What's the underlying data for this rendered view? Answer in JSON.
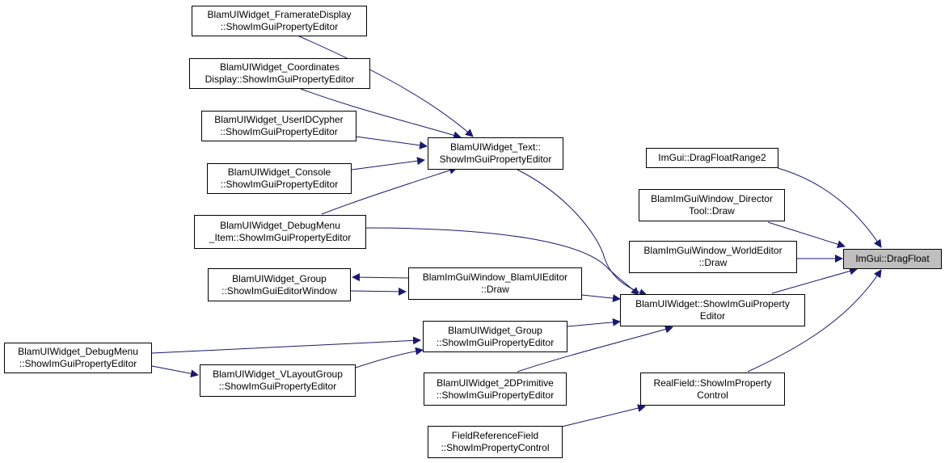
{
  "colors": {
    "edge": "#191970",
    "node_border": "#000000",
    "focus_fill": "#bfbfbf",
    "background": "#ffffff"
  },
  "nodes": {
    "framerate": [
      "BlamUIWidget_FramerateDisplay",
      "::ShowImGuiPropertyEditor"
    ],
    "coordinates": [
      "BlamUIWidget_Coordinates",
      "Display::ShowImGuiPropertyEditor"
    ],
    "useridcypher": [
      "BlamUIWidget_UserIDCypher",
      "::ShowImGuiPropertyEditor"
    ],
    "console": [
      "BlamUIWidget_Console",
      "::ShowImGuiPropertyEditor"
    ],
    "debugmenu_item": [
      "BlamUIWidget_DebugMenu",
      "_Item::ShowImGuiPropertyEditor"
    ],
    "group_editorwindow": [
      "BlamUIWidget_Group",
      "::ShowImGuiEditorWindow"
    ],
    "debugmenu": [
      "BlamUIWidget_DebugMenu",
      "::ShowImGuiPropertyEditor"
    ],
    "vlayoutgroup": [
      "BlamUIWidget_VLayoutGroup",
      "::ShowImGuiPropertyEditor"
    ],
    "text": [
      "BlamUIWidget_Text::",
      "ShowImGuiPropertyEditor"
    ],
    "blamuieditor": [
      "BlamImGuiWindow_BlamUIEditor",
      "::Draw"
    ],
    "group_propertyeditor": [
      "BlamUIWidget_Group",
      "::ShowImGuiPropertyEditor"
    ],
    "primitive2d": [
      "BlamUIWidget_2DPrimitive",
      "::ShowImGuiPropertyEditor"
    ],
    "fieldreference": [
      "FieldReferenceField",
      "::ShowImPropertyControl"
    ],
    "widget": [
      "BlamUIWidget::ShowImGuiProperty",
      "Editor"
    ],
    "realfield": [
      "RealField::ShowImProperty",
      "Control"
    ],
    "dragfloatrange2": [
      "ImGui::DragFloatRange2"
    ],
    "directortool": [
      "BlamImGuiWindow_Director",
      "Tool::Draw"
    ],
    "worldeditor": [
      "BlamImGuiWindow_WorldEditor",
      "::Draw"
    ],
    "dragfloat": [
      "ImGui::DragFloat"
    ]
  }
}
